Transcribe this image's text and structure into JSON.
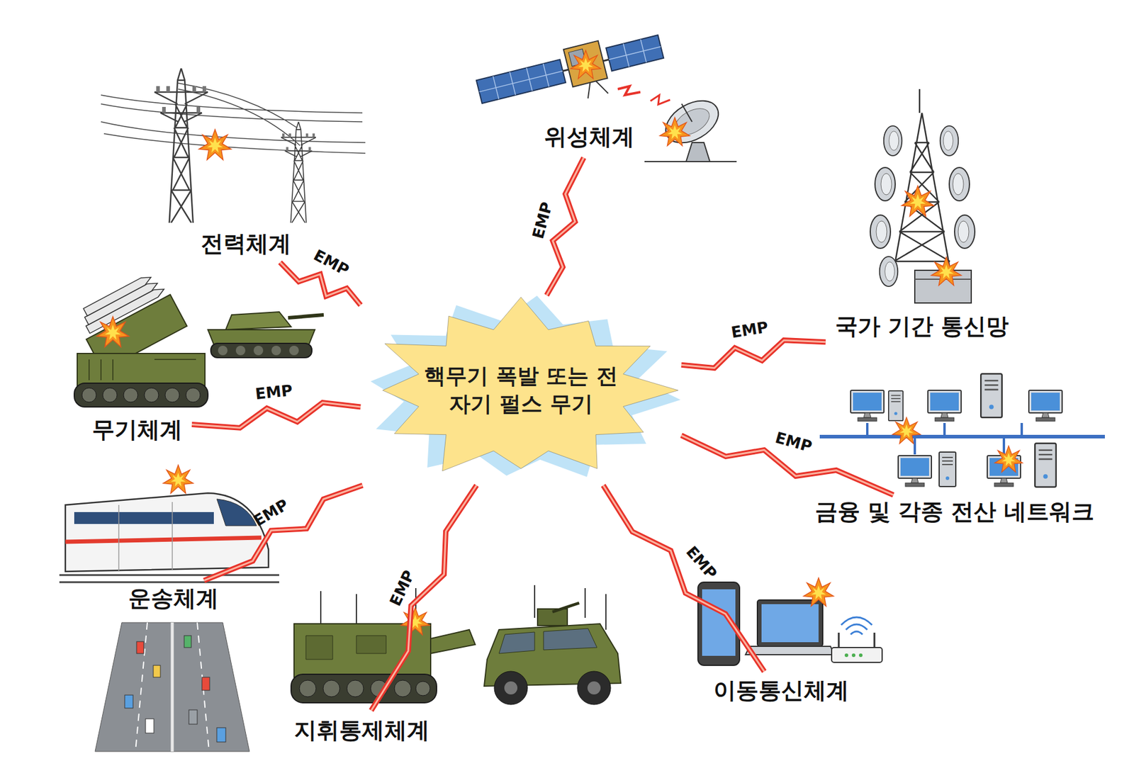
{
  "diagram": {
    "nodes": [
      {
        "text": [
          "핵무기 폭발 또는 전자기 펄스 무기"
        ]
      },
      {
        "text": [
          "위성체계"
        ]
      },
      {
        "text": [
          "전력체계"
        ]
      },
      {
        "text": [
          "국가 기간 통신망"
        ]
      },
      {
        "text": [
          "무기체계"
        ]
      },
      {
        "text": [
          "금융 및 각종 전산 네트워크"
        ]
      },
      {
        "text": [
          "운송체계"
        ]
      },
      {
        "text": [
          "지휘통제체계"
        ]
      },
      {
        "text": [
          "이동통신체계"
        ]
      }
    ],
    "edges": [
      {
        "from": 0,
        "to": 1,
        "label": "EMP",
        "arrow": "none"
      },
      {
        "from": 0,
        "to": 2,
        "label": "EMP",
        "arrow": "none"
      },
      {
        "from": 0,
        "to": 3,
        "label": "EMP",
        "arrow": "none"
      },
      {
        "from": 0,
        "to": 4,
        "label": "EMP",
        "arrow": "none"
      },
      {
        "from": 0,
        "to": 5,
        "label": "EMP",
        "arrow": "none"
      },
      {
        "from": 0,
        "to": 6,
        "label": "EMP",
        "arrow": "none"
      },
      {
        "from": 0,
        "to": 7,
        "label": "EMP",
        "arrow": "none"
      },
      {
        "from": 0,
        "to": 8,
        "label": "EMP",
        "arrow": "none"
      }
    ]
  }
}
